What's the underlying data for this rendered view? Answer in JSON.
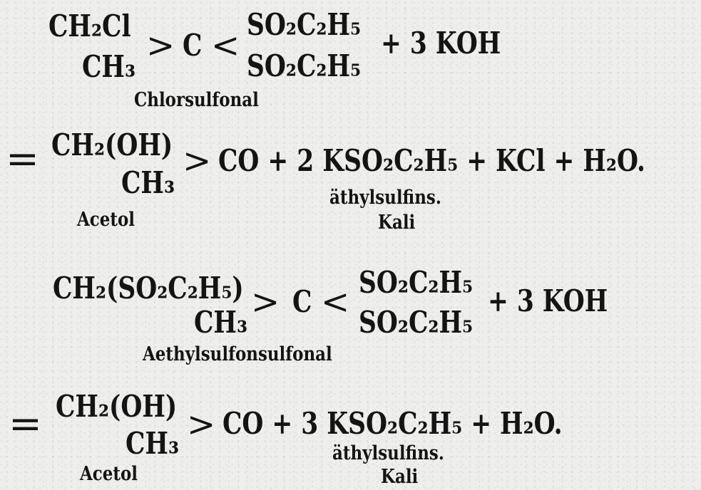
{
  "reaction1": {
    "left_top": "CH₂Cl",
    "left_bottom": "CH₃",
    "gt": ">",
    "center": "C",
    "lt": "<",
    "right_top": "SO₂C₂H₅",
    "right_bottom": "SO₂C₂H₅",
    "reagent": "+ 3 KOH",
    "name": "Chlorsulfonal"
  },
  "product1": {
    "equals": "=",
    "left_top": "CH₂(OH)",
    "left_bottom": "CH₃",
    "gt": ">",
    "rest": "CO + 2 KSO₂C₂H₅ + KCl + H₂O.",
    "name": "Acetol",
    "salt_line1": "äthylsulfins.",
    "salt_line2": "Kali"
  },
  "reaction2": {
    "left_top": "CH₂(SO₂C₂H₅)",
    "left_bottom": "CH₃",
    "gt": ">",
    "center": "C",
    "lt": "<",
    "right_top": "SO₂C₂H₅",
    "right_bottom": "SO₂C₂H₅",
    "reagent": "+ 3 KOH",
    "name": "Aethylsulfonsulfonal"
  },
  "product2": {
    "equals": "=",
    "left_top": "CH₂(OH)",
    "left_bottom": "CH₃",
    "gt": ">",
    "rest": "CO + 3 KSO₂C₂H₅ + H₂O.",
    "name": "Acetol",
    "salt_line1": "äthylsulfins.",
    "salt_line2": "Kali"
  }
}
